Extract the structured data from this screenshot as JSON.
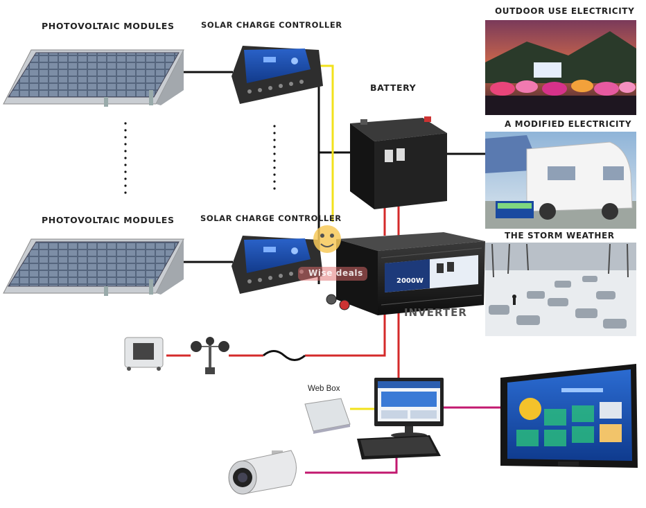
{
  "labels": {
    "pv_modules_top": "PHOTOVOLTAIC MODULES",
    "pv_modules_bottom": "PHOTOVOLTAIC MODULES",
    "controller_top": "SOLAR CHARGE CONTROLLER",
    "controller_bottom": "SOLAR CHARGE CONTROLLER",
    "battery": "BATTERY",
    "inverter": "INVERTER",
    "outdoor": "OUTDOOR USE ELECTRICITY",
    "modified": "A MODIFIED ELECTRICITY",
    "storm": "THE STORM WEATHER",
    "web_box": "Web Box",
    "inverter_badge": "2000W",
    "watermark": "Wise deals"
  },
  "colors": {
    "black_wire": "#111111",
    "yellow_wire": "#f2e21b",
    "red_wire": "#d42a2a",
    "magenta_wire": "#c2186f"
  }
}
